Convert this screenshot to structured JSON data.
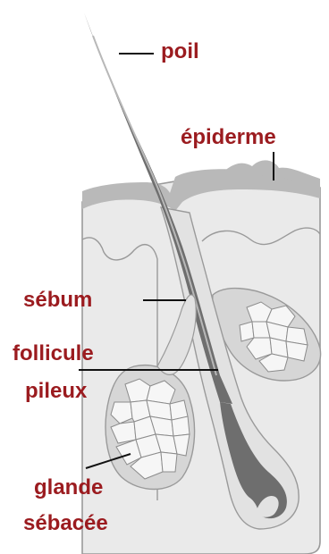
{
  "labels": {
    "poil": "poil",
    "epiderme": "épiderme",
    "sebum": "sébum",
    "follicule": [
      "follicule",
      "pileux"
    ],
    "glande": [
      "glande",
      "sébacée"
    ]
  },
  "colors": {
    "label": "#9b1b1f",
    "leader": "#111111",
    "skin_fill": "#eaeaea",
    "skin_line": "#9a9a9a",
    "epidermis": "#b9b9b9",
    "hair": "#6e6e6e",
    "hair_highlight": "#b8b8b8",
    "follicle_fill": "#e2e2e2",
    "gland_fill": "#d6d6d6",
    "cell_fill": "#f6f6f6",
    "cell_line": "#8c8c8c"
  }
}
